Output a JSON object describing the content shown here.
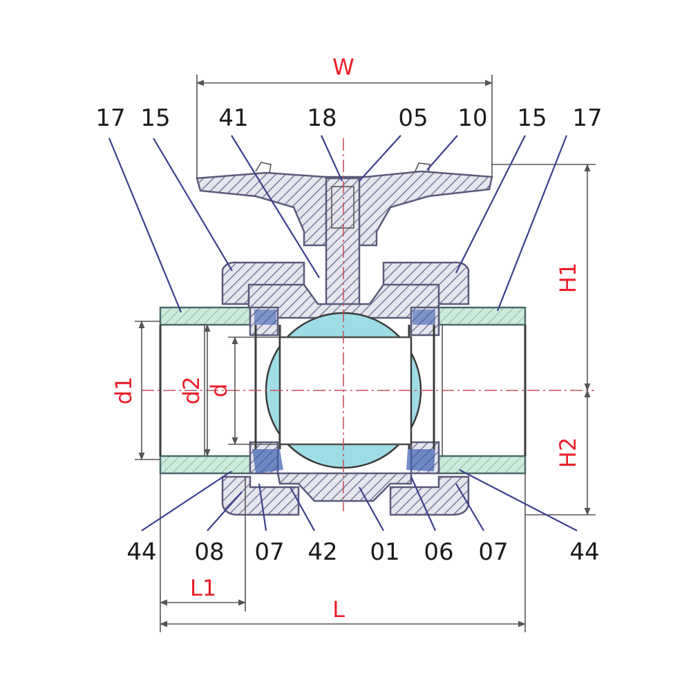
{
  "diagram": {
    "part_numbers_top": [
      "17",
      "15",
      "41",
      "18",
      "05",
      "10",
      "15",
      "17"
    ],
    "part_numbers_bottom": [
      "44",
      "08",
      "07",
      "42",
      "01",
      "06",
      "07",
      "44"
    ],
    "dimensions": {
      "width": "W",
      "height_upper": "H1",
      "height_lower": "H2",
      "outer_diameter": "d1",
      "socket_diameter": "d2",
      "bore": "d",
      "length": "L",
      "socket_length": "L1"
    },
    "colors": {
      "label": "#1a1a1a",
      "dimension": "#e8202a",
      "leader": "#3b3f8c",
      "ball": "#9fdde6",
      "end_connector": "#a8d8c0",
      "hatch": "#7a7a9a"
    }
  }
}
